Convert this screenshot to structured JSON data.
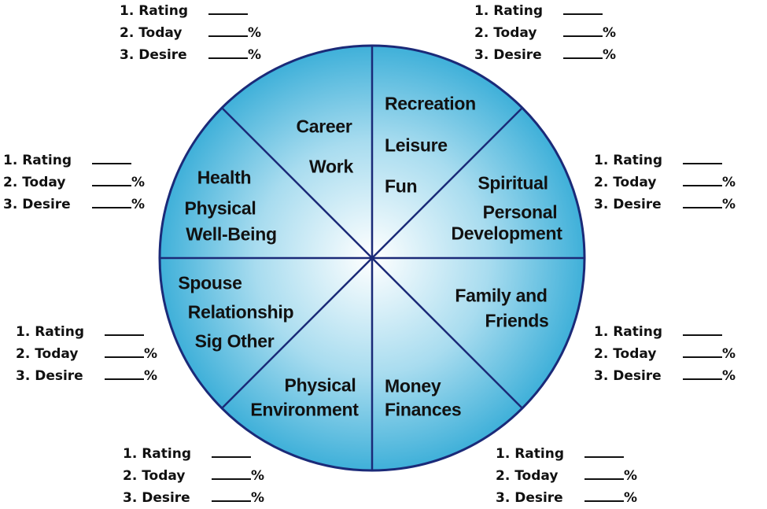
{
  "wheel": {
    "colors": {
      "edge": "#3fb0d9",
      "center": "#ffffff",
      "stroke": "#1b2a78"
    },
    "segments": [
      {
        "id": "career",
        "lines": [
          "Career",
          "Work"
        ]
      },
      {
        "id": "recreation",
        "lines": [
          "Recreation",
          "Leisure",
          "Fun"
        ]
      },
      {
        "id": "spiritual",
        "lines": [
          "Spiritual",
          "Personal",
          "Development"
        ]
      },
      {
        "id": "family",
        "lines": [
          "Family and",
          "Friends"
        ]
      },
      {
        "id": "money",
        "lines": [
          "Money",
          "Finances"
        ]
      },
      {
        "id": "environment",
        "lines": [
          "Physical",
          "Environment"
        ]
      },
      {
        "id": "spouse",
        "lines": [
          "Spouse",
          "Relationship",
          "Sig Other"
        ]
      },
      {
        "id": "health",
        "lines": [
          "Health",
          "Physical",
          "Well-Being"
        ]
      }
    ]
  },
  "form": {
    "rating": "1. Rating",
    "today": "2. Today",
    "desire": "3. Desire",
    "percent": "%"
  }
}
